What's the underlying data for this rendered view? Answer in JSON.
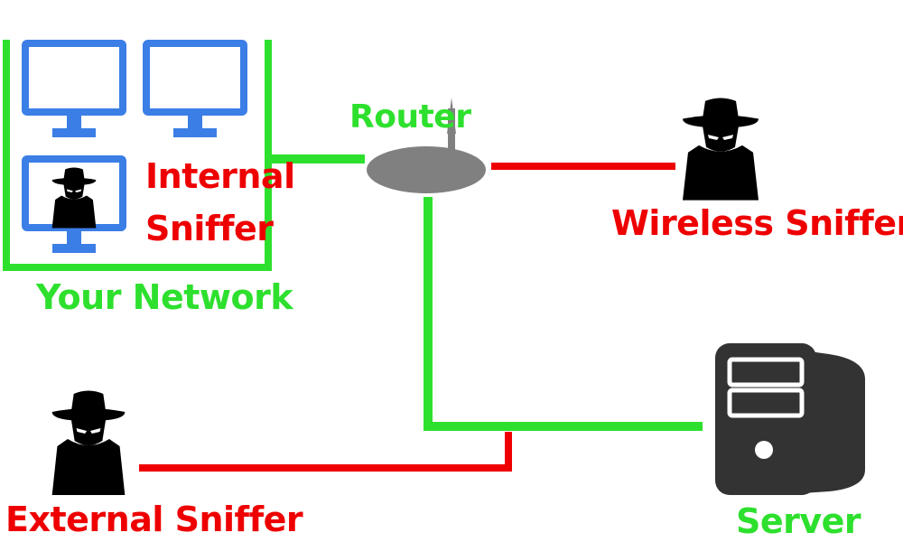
{
  "colors": {
    "network_green": "#2ee02e",
    "attack_red": "#ee0000",
    "monitor_blue": "#3b7ee6",
    "router_gray": "#808080",
    "silhouette_black": "#000000",
    "server_dark": "#333333"
  },
  "labels": {
    "router": "Router",
    "internal_sniffer_line1": "Internal",
    "internal_sniffer_line2": "Sniffer",
    "your_network": "Your Network",
    "wireless_sniffer": "Wireless Sniffer",
    "external_sniffer": "External Sniffer",
    "server": "Server"
  },
  "icons": {
    "monitor": "monitor-icon",
    "router": "router-icon",
    "sniffer": "spy-icon",
    "server": "server-tower-icon"
  }
}
